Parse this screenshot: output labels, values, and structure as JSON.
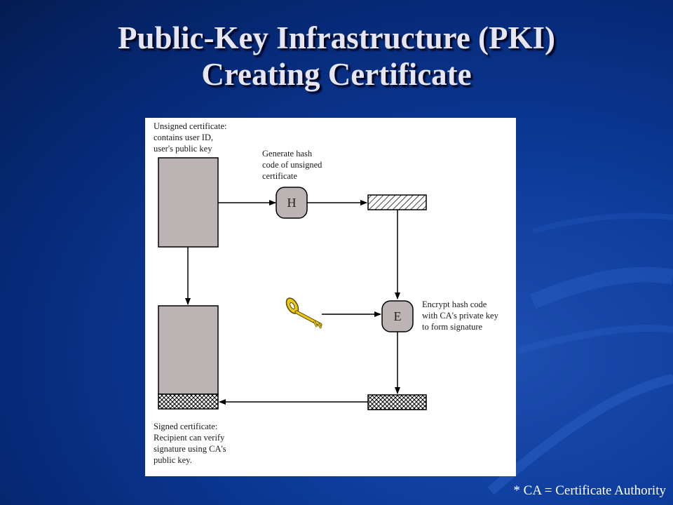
{
  "title": {
    "line1": "Public-Key Infrastructure (PKI)",
    "line2": "Creating Certificate"
  },
  "diagram": {
    "unsigned_label": [
      "Unsigned certificate:",
      "contains user ID,",
      "user's public key"
    ],
    "hash_label": [
      "Generate hash",
      "code of unsigned",
      "certificate"
    ],
    "hash_node": "H",
    "encrypt_node": "E",
    "encrypt_label": [
      "Encrypt hash code",
      "with CA's private key",
      "to form signature"
    ],
    "signed_label": [
      "Signed certificate:",
      "Recipient can verify",
      "signature using CA's",
      "public key."
    ]
  },
  "footnote": "* CA = Certificate Authority",
  "colors": {
    "background": "#0d3c9c",
    "title_text": "#e6e6f2",
    "certificate_fill": "#bcb4b4",
    "node_fill": "#bcb4b4",
    "key_fill": "#e8c81a"
  }
}
